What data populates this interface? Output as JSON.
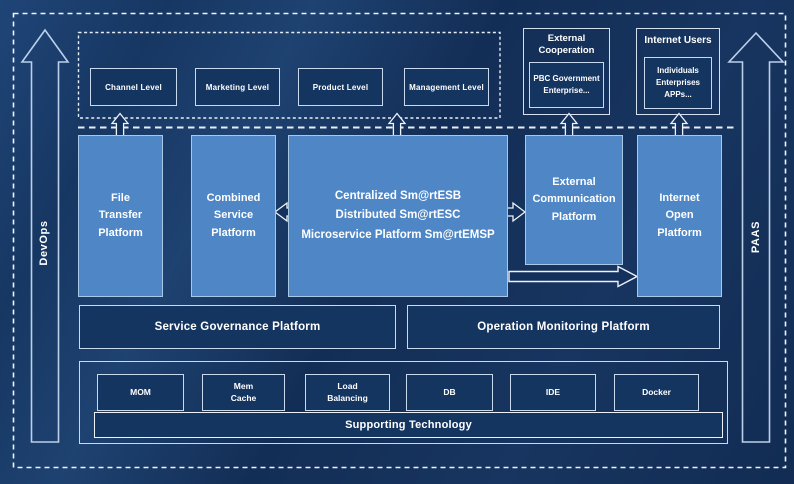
{
  "colors": {
    "background": "#142f58",
    "platform_blue": "#4e86c6",
    "platform_border": "#a9c7e7",
    "dark_box": "#153561",
    "line_white": "#eef3fa"
  },
  "side_rails": {
    "left_label": "DevOps",
    "right_label": "PAAS"
  },
  "top_levels": {
    "items": [
      {
        "label": "Channel Level"
      },
      {
        "label": "Marketing Level"
      },
      {
        "label": "Product Level"
      },
      {
        "label": "Management Level"
      }
    ]
  },
  "external_cooperation": {
    "title": "External\nCooperation",
    "inner_label": "PBC Government\nEnterprise..."
  },
  "internet_users": {
    "title": "Internet Users",
    "inner_label": "Individuals\nEnterprises\nAPPs..."
  },
  "platforms": {
    "file_transfer": "File\nTransfer\nPlatform",
    "combined_service": "Combined\nService\nPlatform",
    "esb": "Centralized Sm@rtESB\nDistributed Sm@rtESC\nMicroservice Platform Sm@rtEMSP",
    "external_communication": "External\nCommunication\nPlatform",
    "internet_open": "Internet\nOpen\nPlatform"
  },
  "governance_row": {
    "service_governance": "Service Governance Platform",
    "operation_monitoring": "Operation Monitoring Platform"
  },
  "supporting": {
    "techs": [
      {
        "label": "MOM"
      },
      {
        "label": "Mem\nCache"
      },
      {
        "label": "Load\nBalancing"
      },
      {
        "label": "DB"
      },
      {
        "label": "IDE"
      },
      {
        "label": "Docker"
      }
    ],
    "bar_label": "Supporting Technology"
  }
}
